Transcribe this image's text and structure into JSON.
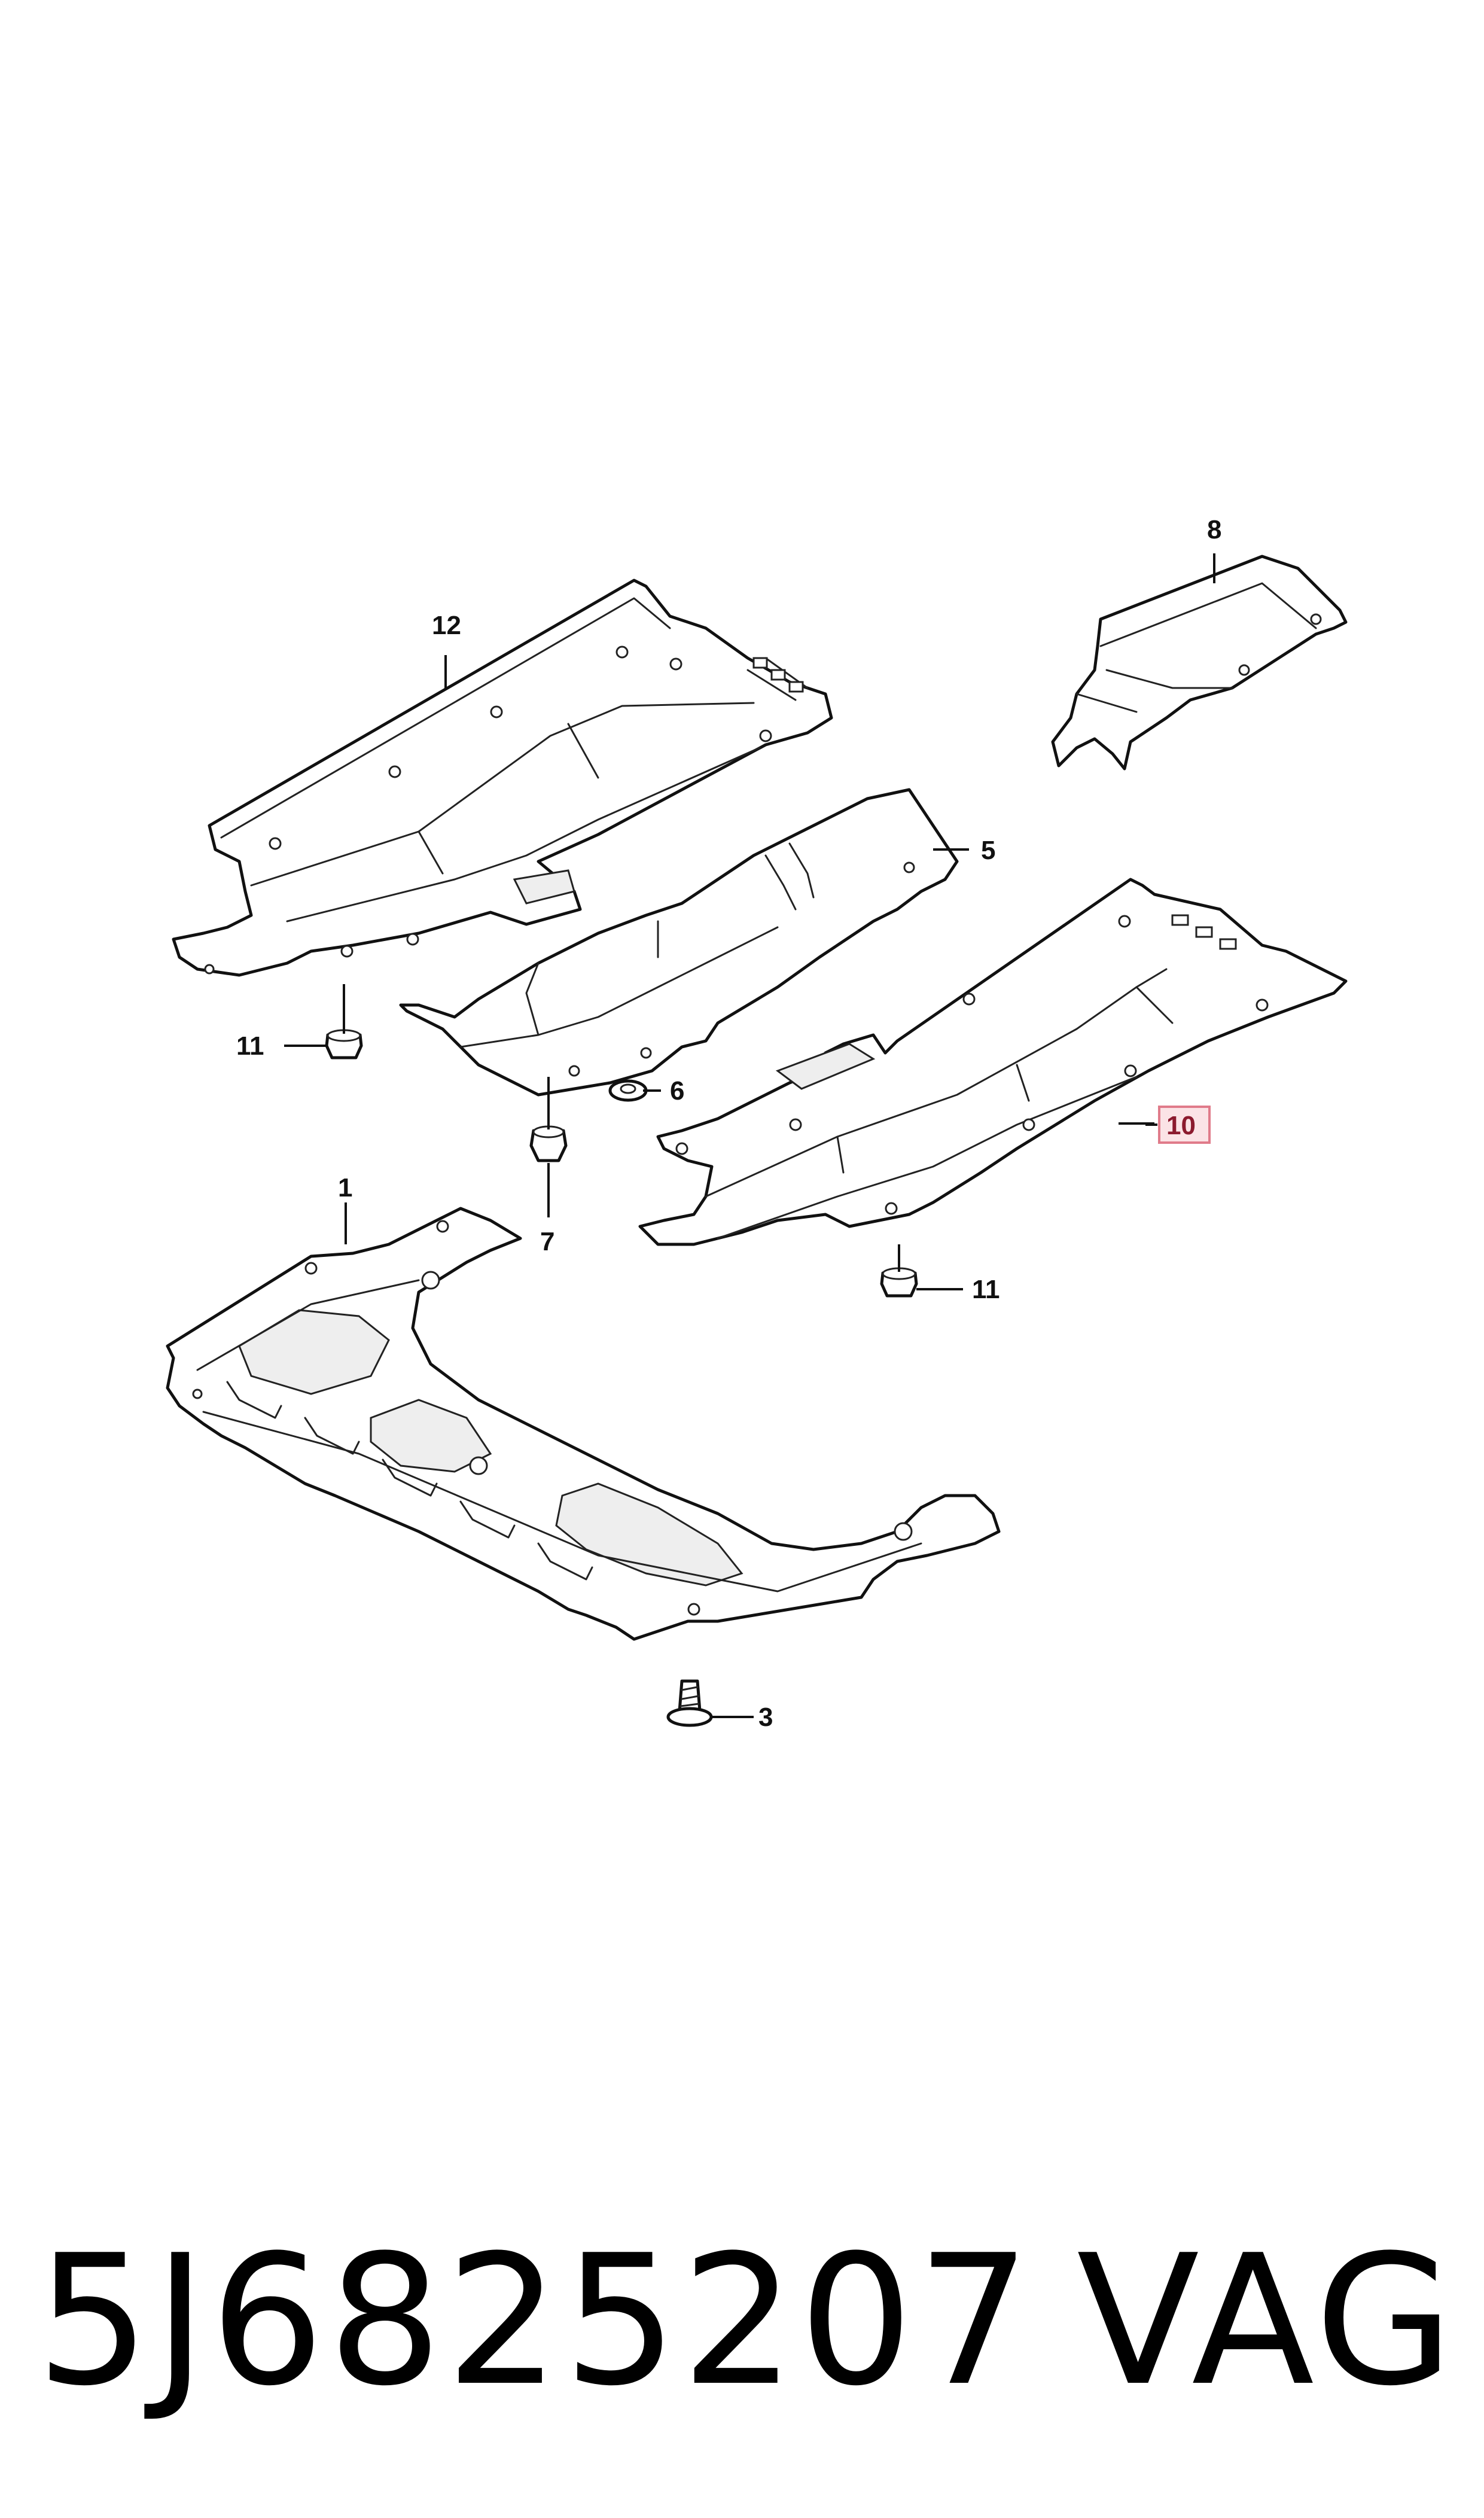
{
  "callouts": {
    "c1": "1",
    "c3": "3",
    "c5": "5",
    "c6": "6",
    "c7": "7",
    "c8": "8",
    "c10": "10",
    "c11a": "11",
    "c11b": "11",
    "c12": "12"
  },
  "highlight_color": "#e07b8a",
  "footer": {
    "part_number": "5J6825207",
    "brand": "VAG"
  }
}
